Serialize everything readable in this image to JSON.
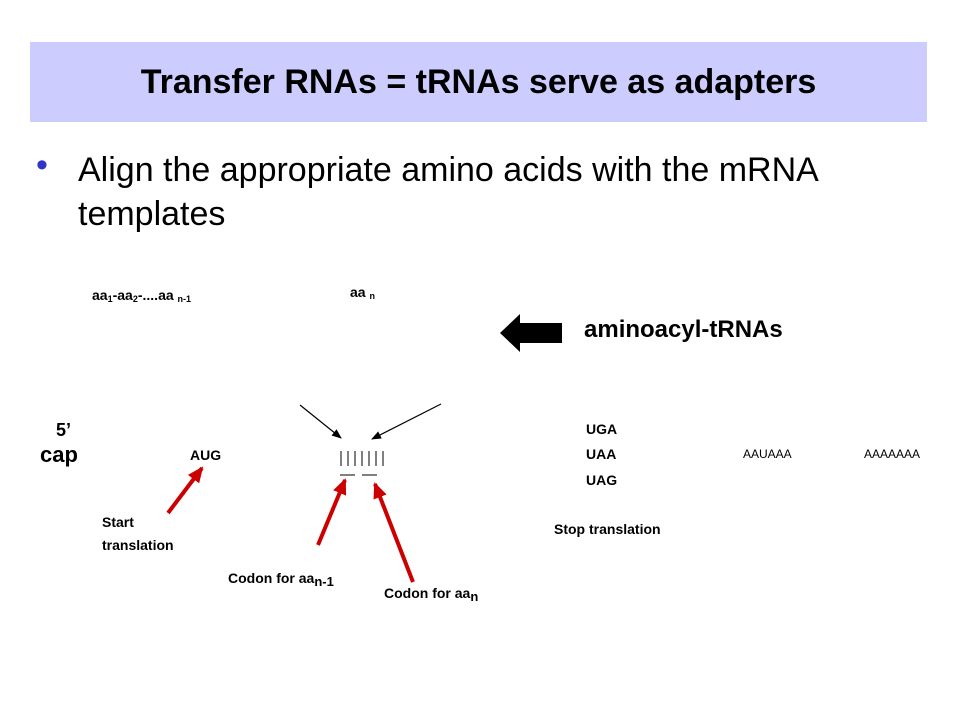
{
  "slide": {
    "title": "Transfer RNAs = tRNAs serve as adapters",
    "bullet": "Align the appropriate amino acids with the mRNA templates"
  },
  "peptide": {
    "aa_prefix": "aa",
    "aa1_sub": "1",
    "sep1": "-aa",
    "aa2_sub": "2",
    "tail": "-....aa",
    "n1_sub": "n-1",
    "aan": "aa",
    "n_sub": "n"
  },
  "aminoacyl_label": "aminoacyl-tRNAs",
  "mrna": {
    "five_prime": "5’",
    "cap": "cap",
    "start_codon": "AUG",
    "stop_codons": [
      "UGA",
      "UAA",
      "UAG"
    ],
    "polyA_signal": "AAUAAA",
    "polyA_tail": "AAAAAAA"
  },
  "annotations": {
    "start_line1": "Start",
    "start_line2": "translation",
    "codon_n1_prefix": "Codon for aa",
    "codon_n1_sub": "n-1",
    "codon_n_prefix": "Codon for aa",
    "codon_n_sub": "n",
    "stop": "Stop translation"
  },
  "colors": {
    "title_bg": "#ccccff",
    "bullet": "#3333cc",
    "arrow_red": "#cc0000"
  }
}
